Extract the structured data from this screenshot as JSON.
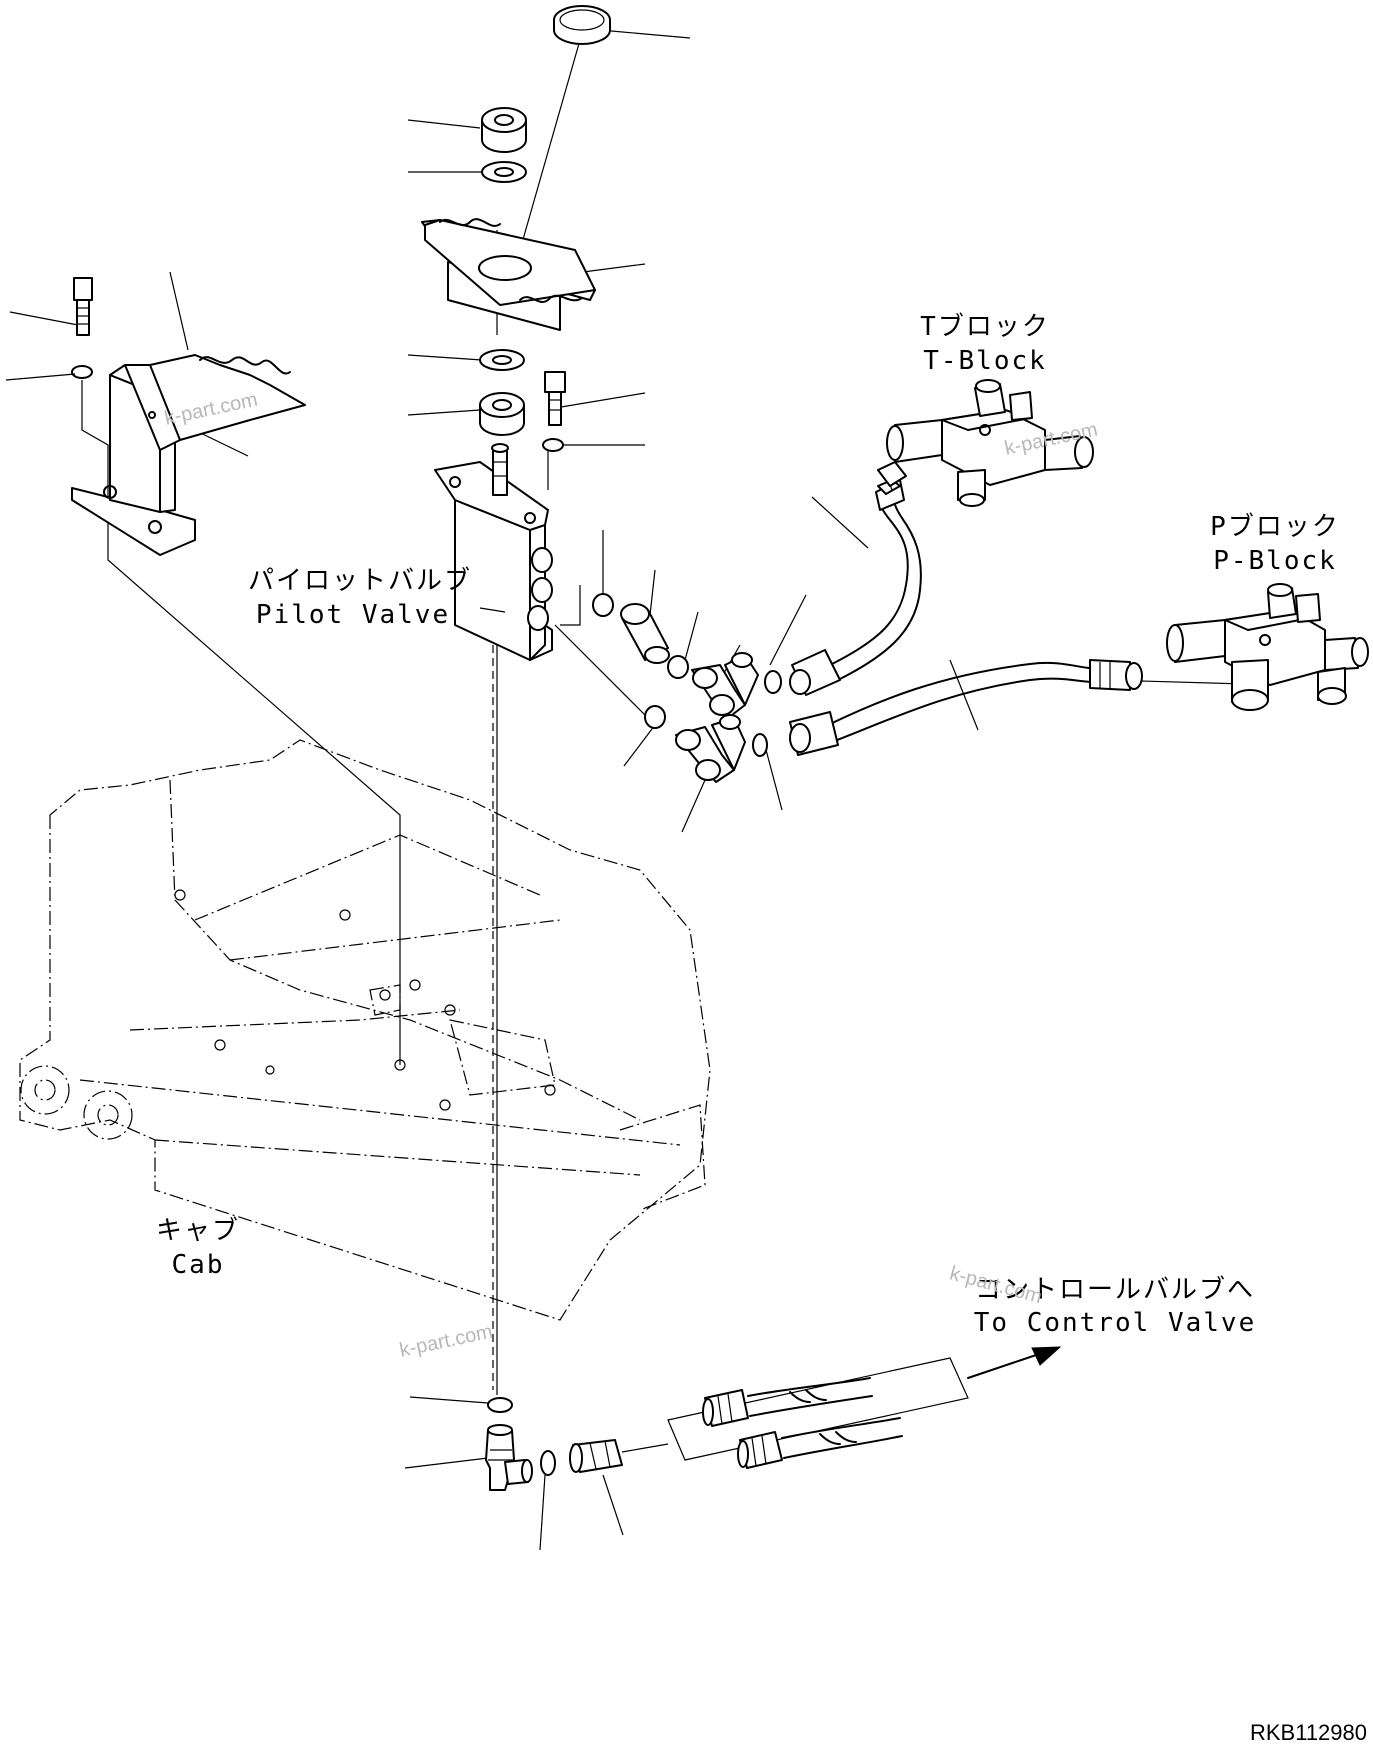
{
  "labels": {
    "t_block": {
      "jp": "Tブロック",
      "en": "T-Block"
    },
    "p_block": {
      "jp": "Pブロック",
      "en": "P-Block"
    },
    "pilot_valve": {
      "jp": "パイロットバルブ",
      "en": "Pilot Valve"
    },
    "cab": {
      "jp": "キャブ",
      "en": "Cab"
    },
    "to_control_valve": {
      "jp": "コントロールバルブへ",
      "en": "To Control Valve"
    }
  },
  "watermark": "k-part.com",
  "drawing_code": "RKB112980"
}
